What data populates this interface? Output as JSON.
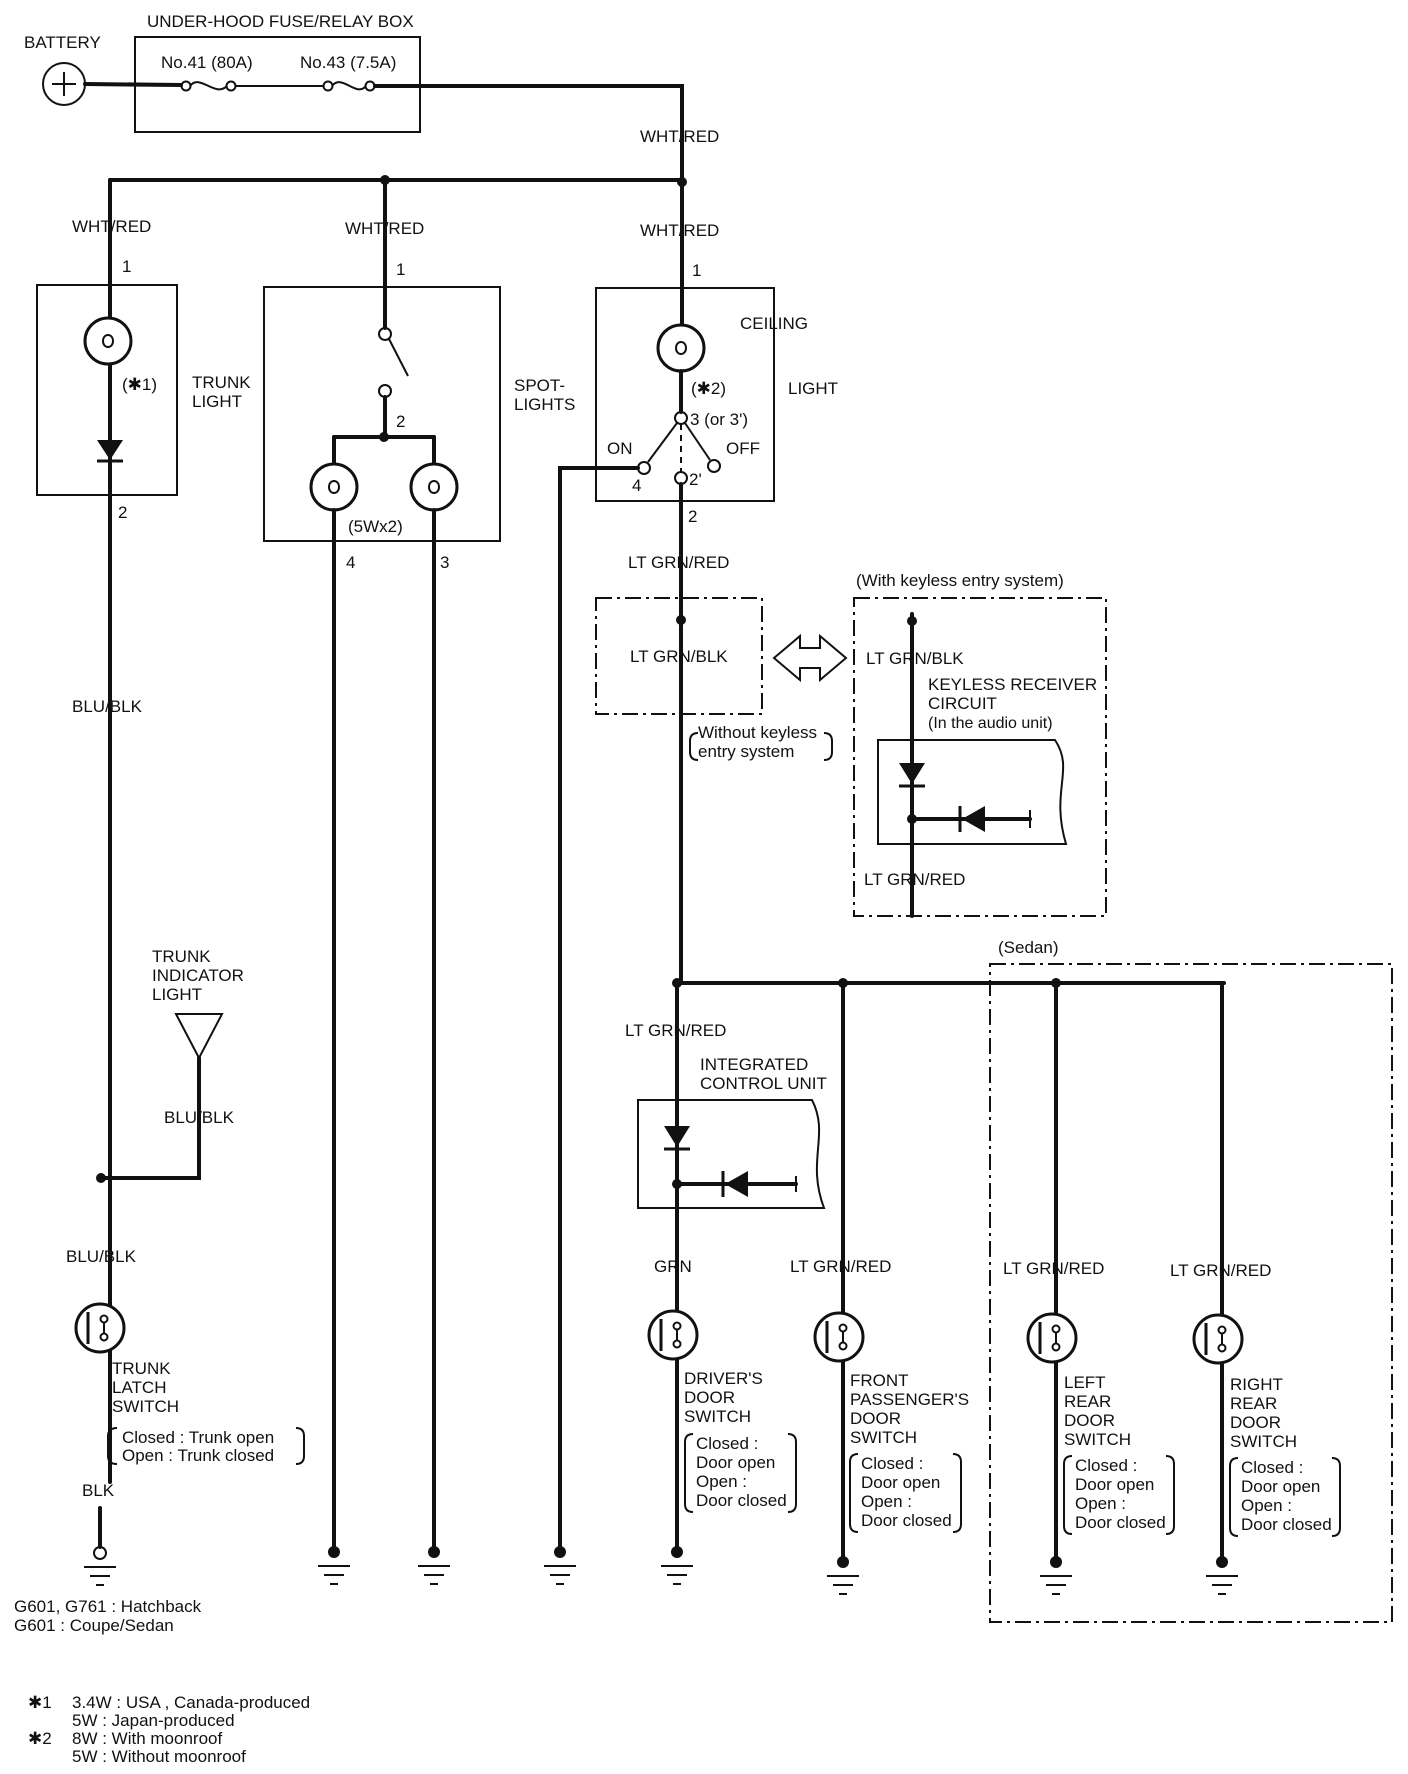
{
  "battery": "BATTERY",
  "fuse_box": {
    "title": "UNDER-HOOD FUSE/RELAY BOX",
    "fuse1": "No.41 (80A)",
    "fuse2": "No.43 (7.5A)"
  },
  "wires": {
    "wht_red": "WHT/RED",
    "blu_blk": "BLU/BLK",
    "blk": "BLK",
    "lt_grn_red": "LT GRN/RED",
    "lt_grn_blk": "LT GRN/BLK",
    "grn": "GRN"
  },
  "pins": {
    "p1": "1",
    "p2": "2",
    "p3": "3",
    "p4": "4",
    "p3_alt": "3 (or 3')",
    "p2_alt": "2'"
  },
  "trunk_light": {
    "line1": "TRUNK",
    "line2": "LIGHT",
    "note": "(✱1)"
  },
  "spotlights": {
    "line1": "SPOT-",
    "line2": "LIGHTS",
    "rating": "(5Wx2)"
  },
  "ceiling_light": {
    "line1": "CEILING",
    "line2": "LIGHT",
    "note": "(✱2)",
    "on": "ON",
    "off": "OFF"
  },
  "without_keyless": {
    "line1": "Without keyless",
    "line2": "entry system"
  },
  "keyless": {
    "title": "(With keyless entry system)",
    "line1": "KEYLESS RECEIVER",
    "line2": "CIRCUIT",
    "line3": "(In the audio unit)"
  },
  "trunk_indicator": {
    "line1": "TRUNK",
    "line2": "INDICATOR",
    "line3": "LIGHT"
  },
  "icu": {
    "line1": "INTEGRATED",
    "line2": "CONTROL UNIT"
  },
  "sedan": "(Sedan)",
  "trunk_latch": {
    "line1": "TRUNK",
    "line2": "LATCH",
    "line3": "SWITCH",
    "closed": "Closed : Trunk open",
    "open": "Open    : Trunk closed"
  },
  "door_state": {
    "closed": "Closed :",
    "door_open": "Door open",
    "open": "Open :",
    "door_closed": "Door closed"
  },
  "drivers_door": {
    "line1": "DRIVER'S",
    "line2": "DOOR",
    "line3": "SWITCH"
  },
  "front_pass_door": {
    "line1": "FRONT",
    "line2": "PASSENGER'S",
    "line3": "DOOR",
    "line4": "SWITCH"
  },
  "left_rear_door": {
    "line1": "LEFT",
    "line2": "REAR",
    "line3": "DOOR",
    "line4": "SWITCH"
  },
  "right_rear_door": {
    "line1": "RIGHT",
    "line2": "REAR",
    "line3": "DOOR",
    "line4": "SWITCH"
  },
  "ground_notes": {
    "line1": "G601, G761 : Hatchback",
    "line2": "G601 : Coupe/Sedan"
  },
  "footnotes": {
    "n1_mark": "✱1",
    "n1_a": "3.4W : USA , Canada-produced",
    "n1_b": "5W : Japan-produced",
    "n2_mark": "✱2",
    "n2_a": "8W : With moonroof",
    "n2_b": "5W : Without moonroof"
  }
}
